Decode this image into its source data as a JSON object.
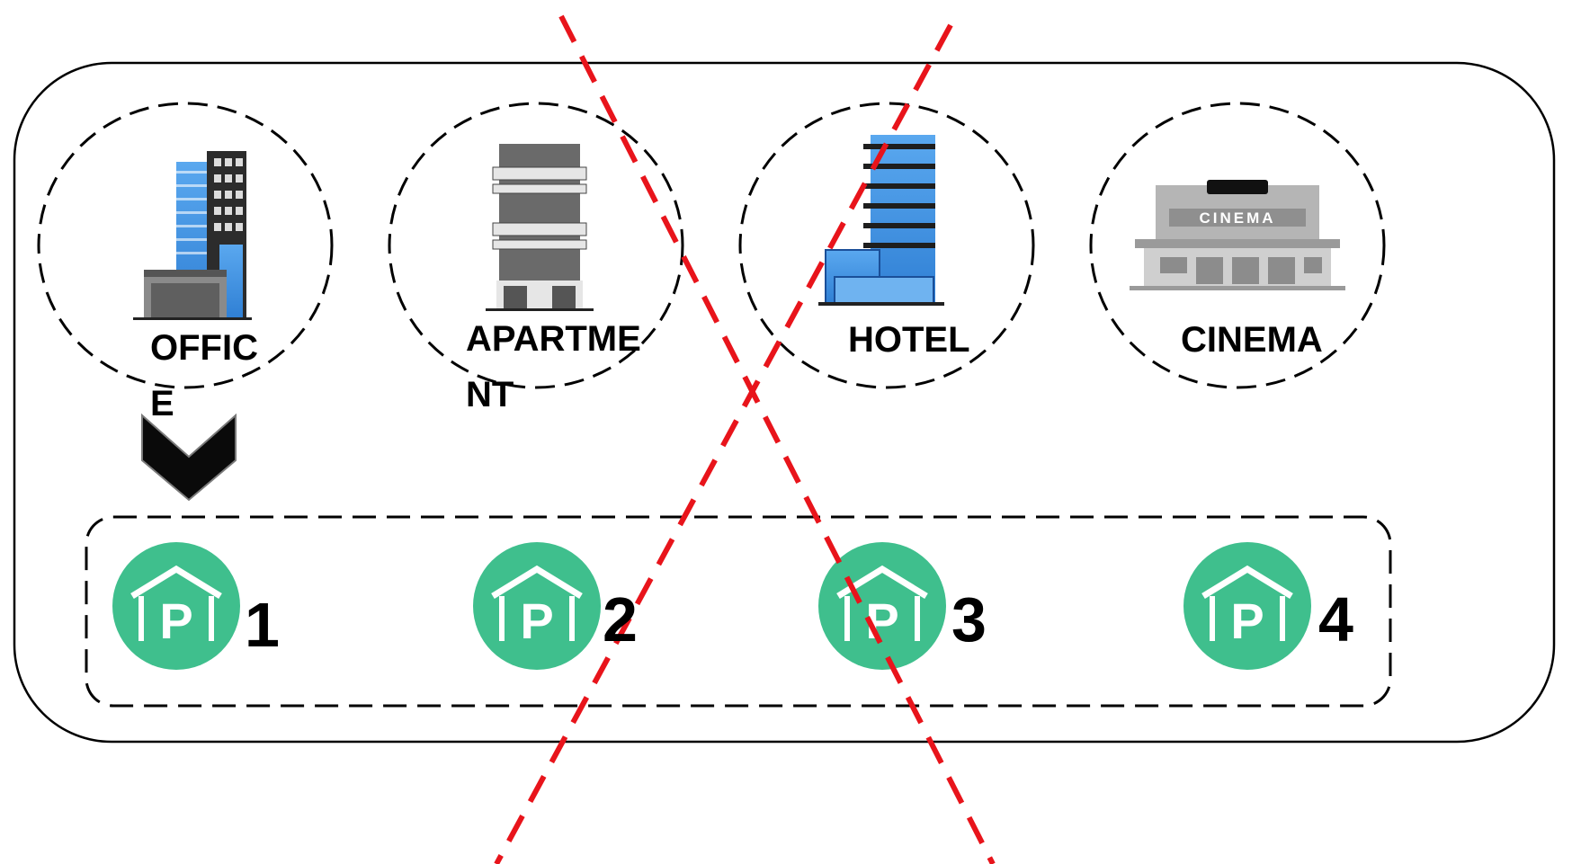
{
  "buildings": [
    {
      "name": "office",
      "label": "OFFIC E",
      "label_lines": [
        "OFFIC",
        "E"
      ]
    },
    {
      "name": "apartment",
      "label": "APARTME NT",
      "label_lines": [
        "APARTME",
        "NT"
      ]
    },
    {
      "name": "hotel",
      "label": "HOTEL",
      "label_lines": [
        "HOTEL"
      ]
    },
    {
      "name": "cinema",
      "label": "CINEMA",
      "label_lines": [
        "CINEMA"
      ],
      "sign_text": "CINEMA"
    }
  ],
  "parking": [
    {
      "icon": "parking-garage-icon",
      "glyph": "P",
      "number": "1"
    },
    {
      "icon": "parking-garage-icon",
      "glyph": "P",
      "number": "2"
    },
    {
      "icon": "parking-garage-icon",
      "glyph": "P",
      "number": "3"
    },
    {
      "icon": "parking-garage-icon",
      "glyph": "P",
      "number": "4"
    }
  ],
  "arrow_icon": "chevron-down-icon",
  "colors": {
    "cross": "#e8141b",
    "parking_green": "#3fbf8d",
    "building_blue": "#3b8fe0",
    "building_gray": "#6e6e6e"
  }
}
